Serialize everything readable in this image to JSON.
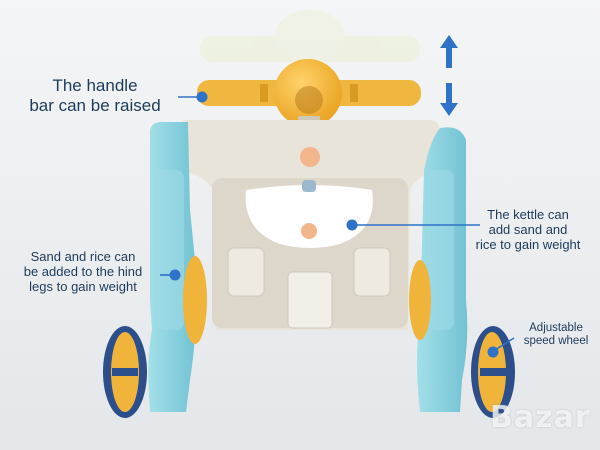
{
  "labels": {
    "handle": [
      "The handle",
      "bar can be raised"
    ],
    "kettle": [
      "The kettle can",
      "add sand and",
      "rice to gain weight"
    ],
    "hind_legs": [
      "Sand and rice can",
      "be added to the hind",
      "legs to gain weight"
    ],
    "wheel": [
      "Adjustable",
      "speed wheel"
    ]
  },
  "watermark": "Bazar",
  "colors": {
    "background": "#eef0f2",
    "label_text": "#1d3b5a",
    "accent_blue": "#2f72c8",
    "body_cream": "#e8e4da",
    "frame_teal": "#8fd3e0",
    "wheel_yellow": "#f0b43a",
    "wheel_rim": "#2c4f8c",
    "handle_orange": "#f0b840"
  }
}
